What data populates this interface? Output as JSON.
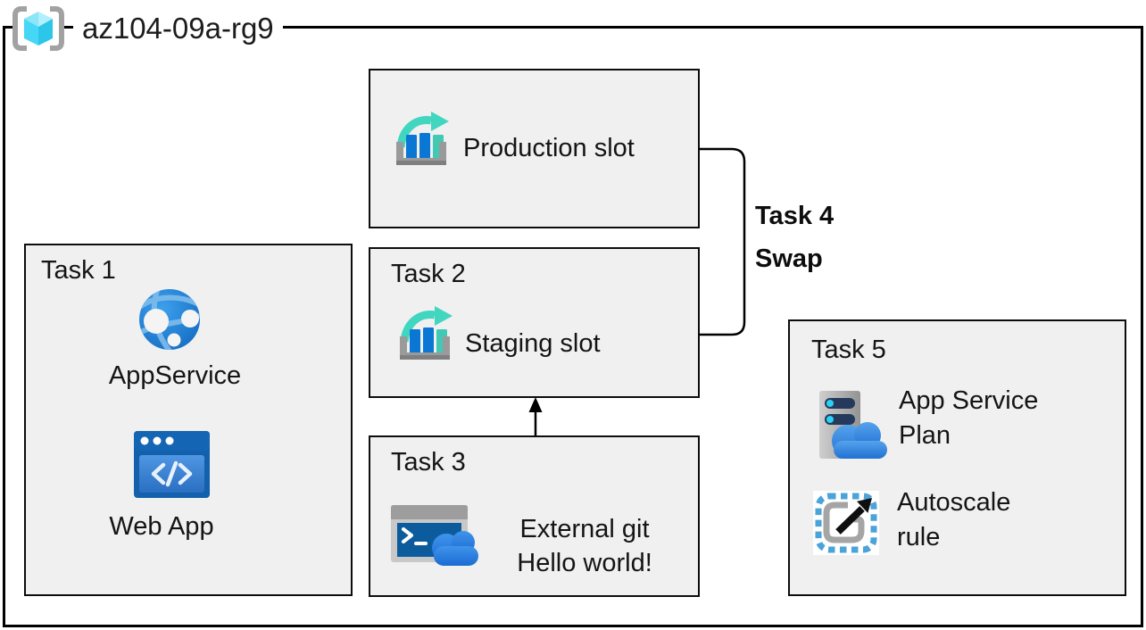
{
  "resource_group": {
    "label": "az104-09a-rg9"
  },
  "production": {
    "label": "Production slot"
  },
  "task1": {
    "title": "Task 1",
    "app_service_label": "AppService",
    "web_app_label": "Web App"
  },
  "task2": {
    "title": "Task 2",
    "label": "Staging slot"
  },
  "task3": {
    "title": "Task 3",
    "line1": "External git",
    "line2": "Hello world!"
  },
  "task4": {
    "title": "Task 4",
    "action": "Swap"
  },
  "task5": {
    "title": "Task 5",
    "plan_line1": "App Service",
    "plan_line2": "Plan",
    "autoscale_line1": "Autoscale",
    "autoscale_line2": "rule"
  },
  "icons": {
    "resource_group": "resource-group-braces-cube-icon",
    "deployment_slot": "deployment-slot-bars-arrow-icon",
    "app_service": "app-service-globe-icon",
    "web_app": "web-app-browser-code-icon",
    "cloud_shell": "terminal-cloud-icon",
    "app_service_plan": "server-cloud-icon",
    "autoscale": "autoscale-dashed-expand-icon"
  },
  "colors": {
    "box_fill": "#f0f0f0",
    "box_border": "#000000",
    "azure_blue": "#0b77d4",
    "teal": "#41d6bf",
    "cyan_cube": "#45d7f5",
    "gray_bracket": "#a2a2a2",
    "navy_slot": "#24395c",
    "cloud_blue": "#2071d3",
    "dash_blue": "#4aa3d9"
  }
}
